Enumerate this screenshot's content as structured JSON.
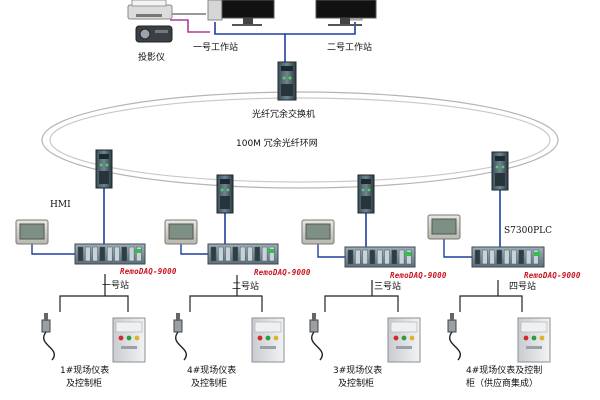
{
  "top": {
    "projector_label": "投影仪",
    "workstation1_label": "一号工作站",
    "workstation2_label": "二号工作站"
  },
  "ring": {
    "core_switch_label": "光纤冗余交换机",
    "network_label": "100M 冗余光纤环网"
  },
  "hmi_label": "HMI",
  "plc_label": "S7300PLC",
  "daq_model": "RemoDAQ-9000",
  "stations": [
    {
      "name": "一号站",
      "cabinet_line1": "1#现场仪表",
      "cabinet_line2": "及控制柜"
    },
    {
      "name": "二号站",
      "cabinet_line1": "4#现场仪表",
      "cabinet_line2": "及控制柜"
    },
    {
      "name": "三号站",
      "cabinet_line1": "3#现场仪表",
      "cabinet_line2": "及控制柜"
    },
    {
      "name": "四号站",
      "cabinet_line1": "4#现场仪表及控制",
      "cabinet_line2": "柜（供应商集成）"
    }
  ],
  "colors": {
    "link": "#1f3fa0",
    "projector_link": "#b03a9a",
    "ring": "#aaaaaa",
    "daq_red": "#c8141e"
  }
}
